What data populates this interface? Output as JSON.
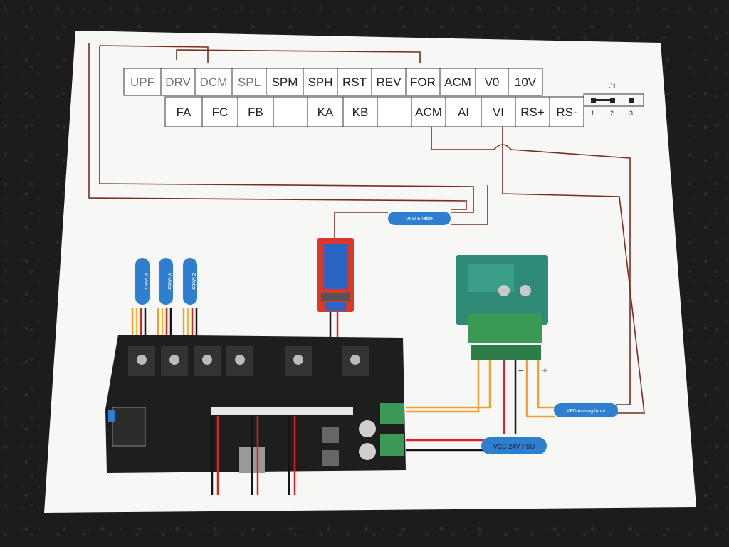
{
  "terminal_block": {
    "top_row": [
      "UPF",
      "DRV",
      "DCM",
      "SPL",
      "SPM",
      "SPH",
      "RST",
      "REV",
      "FOR",
      "ACM",
      "V0",
      "10V"
    ],
    "bottom_row": [
      "FA",
      "FC",
      "FB",
      "",
      "KA",
      "KB",
      "",
      "ACM",
      "AI",
      "VI",
      "RS+",
      "RS-"
    ]
  },
  "jumper": {
    "title": "J1",
    "pins": [
      "1",
      "2",
      "3"
    ]
  },
  "labels": {
    "vfd_enable": "VFD Enable",
    "vfd_analog_input": "VFD Analog input",
    "vcc_psu": "VCC 24V PSU",
    "x_motor": "X Motor",
    "y_motor": "Y Motor",
    "z_motor": "Z Motor",
    "minus": "−",
    "plus": "+"
  },
  "colors": {
    "wire": "#7a2c22",
    "orange_wire": "#f0a030",
    "red_wire": "#e02020",
    "black_wire": "#151515",
    "label_pill": "#2f7fd0",
    "board_pcb": "#1e1e1e",
    "relay_pcb": "#d8392a",
    "converter_pcb": "#2f8a78",
    "terminal_green": "#3a9a55"
  }
}
